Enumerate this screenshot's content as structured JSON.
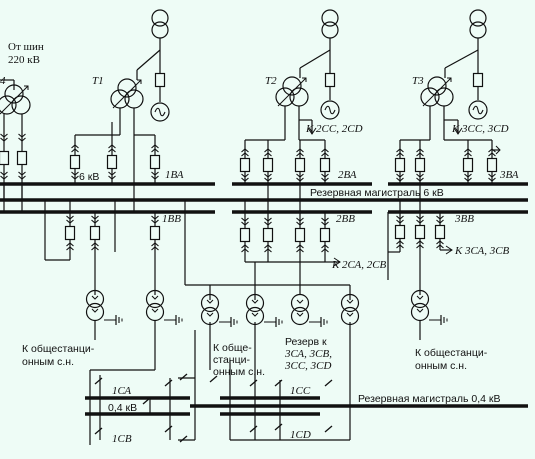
{
  "labels": {
    "from_buses_l1": "От шин",
    "from_buses_l2": "220 кВ",
    "t_partial": "4",
    "t1": "T1",
    "t2": "T2",
    "t3": "T3",
    "to_2cc_2cd": "К 2СС, 2CD",
    "to_3cc_3cd": "К 3СС, 3CD",
    "kv6": "6 кВ",
    "sec_1ba": "1ВА",
    "sec_2ba": "2ВА",
    "sec_3ba": "3ВА",
    "reserve_6kv": "Резервная магистраль 6 кВ",
    "sec_1bb": "1ВВ",
    "sec_2bb": "2ВВ",
    "sec_3bb": "3ВВ",
    "to_3ca_3cb": "К 3СА, 3СВ",
    "to_2ca_2cb": "К 2СА, 2СВ",
    "general_left_l1": "К общестанци-",
    "general_left_l2": "онным с.н.",
    "general_mid_l1": "К обще-",
    "general_mid_l2": "станци-",
    "general_mid_l3": "онным с.н.",
    "reserve_to_l1": "Резерв к",
    "reserve_to_l2": "3СА, 3СВ,",
    "reserve_to_l3": "3СС, 3СD",
    "general_right_l1": "К общестанци-",
    "general_right_l2": "онным с.н.",
    "sec_1ca": "1СА",
    "sec_1cb": "1СВ",
    "sec_1cc": "1СС",
    "sec_1cd": "1СD",
    "kv04": "0,4 кВ",
    "reserve_04kv": "Резервная магистраль 0,4 кВ"
  }
}
